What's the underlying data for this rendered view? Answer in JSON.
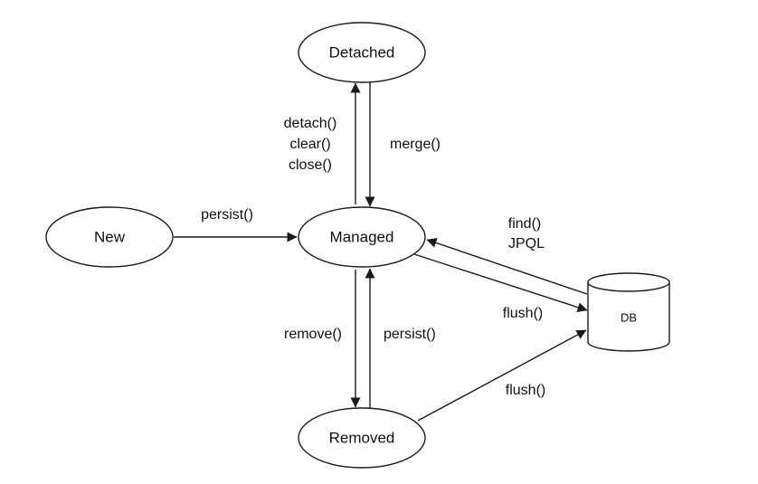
{
  "states": {
    "detached": "Detached",
    "new": "New",
    "managed": "Managed",
    "removed": "Removed",
    "db": "DB"
  },
  "transitions": {
    "persist_new": "persist()",
    "detach": "detach()",
    "clear": "clear()",
    "close": "close()",
    "merge": "merge()",
    "find": "find()",
    "jpql": "JPQL",
    "flush_managed": "flush()",
    "remove": "remove()",
    "persist_removed": "persist()",
    "flush_removed": "flush()"
  }
}
